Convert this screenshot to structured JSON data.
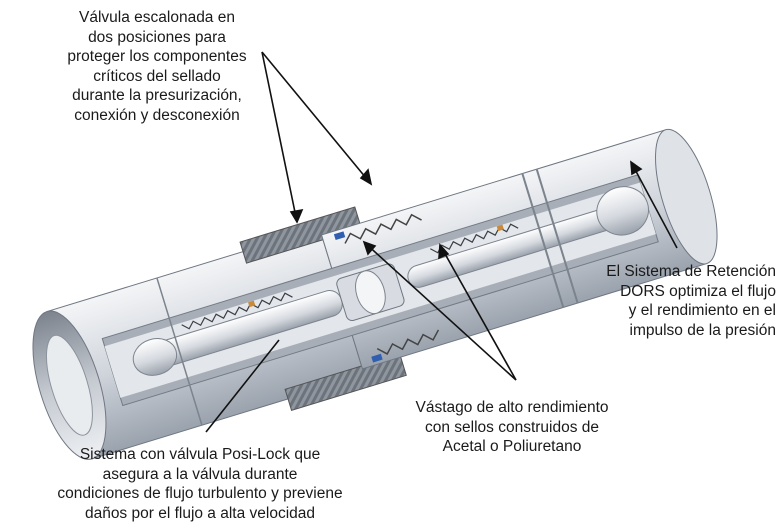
{
  "callouts": {
    "valve": "Válvula escalonada en\ndos posiciones para\nproteger los componentes\ncríticos del sellado\ndurante la presurización,\nconexión y desconexión",
    "dors": "El Sistema de Retención\nDORS optimiza el flujo\ny el rendimiento en el\nimpulso de la presión",
    "stem": "Vástago de alto rendimiento\ncon sellos construidos de\nAcetal o Poliuretano",
    "posi": "Sistema con válvula Posi-Lock que\nasegura a la válvula durante\ncondiciones de flujo turbulento y previene\ndaños por el flujo a alta velocidad"
  },
  "colors": {
    "steel_light": "#eef0f3",
    "steel_mid": "#c9ced6",
    "steel_dark": "#8e96a1",
    "bore_dark": "#5f6670",
    "seal_blue": "#2f5fae",
    "seal_orange": "#c98a3a",
    "line": "#111111"
  }
}
